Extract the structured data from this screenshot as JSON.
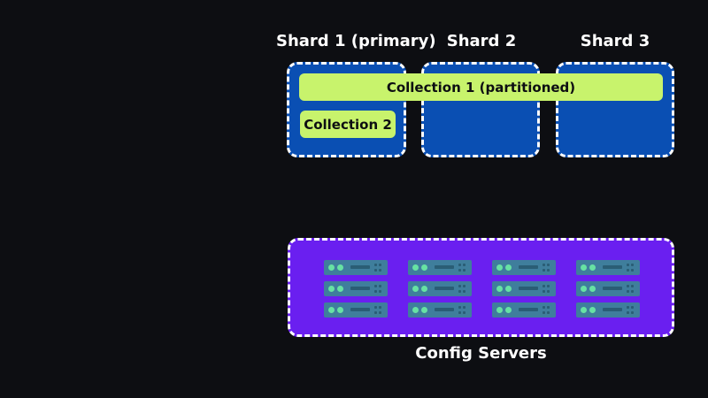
{
  "shards": [
    {
      "label": "Shard 1 (primary)"
    },
    {
      "label": "Shard 2"
    },
    {
      "label": "Shard 3"
    }
  ],
  "collections": {
    "partitioned": "Collection 1 (partitioned)",
    "unsharded": "Collection 2"
  },
  "config": {
    "label": "Config Servers",
    "server_icon": "server-icon"
  },
  "colors": {
    "background": "#0d0e12",
    "shard_fill": "#0a4fb3",
    "collection_fill": "#c8f36c",
    "config_fill": "#6a1ff0",
    "server_fill": "#3f7e9c",
    "server_led": "#67e2a3"
  }
}
